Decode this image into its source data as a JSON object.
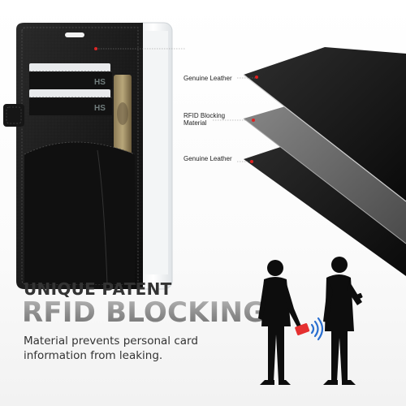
{
  "layers": [
    {
      "label_line1": "Genuine Leather",
      "label_line2": ""
    },
    {
      "label_line1": "RFID Blocking",
      "label_line2": "Material"
    },
    {
      "label_line1": "Genuine Leather",
      "label_line2": ""
    }
  ],
  "headline": {
    "line1": "UNIQUE PATENT",
    "line2": "RFID BLOCKING"
  },
  "description": {
    "line1": "Material prevents personal card",
    "line2": "information from leaking."
  },
  "colors": {
    "leather": "#1a1a1a",
    "rfid_material": "#5a5a5a",
    "marker_dot": "#e02020",
    "headline_gray": "#8a8a8a",
    "rfid_card": "#e53030",
    "signal_wave": "#2a6fd0"
  },
  "icons": {
    "signal": "wifi-signal-icon"
  }
}
